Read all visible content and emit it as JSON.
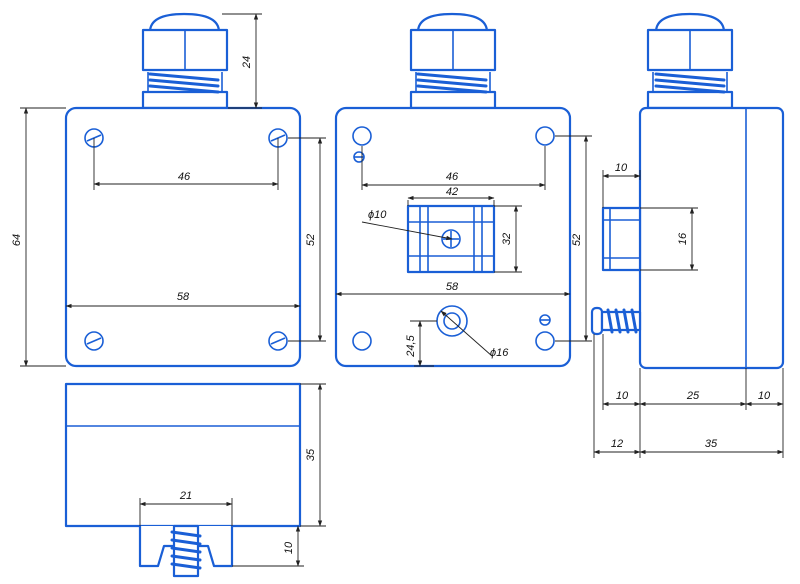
{
  "colors": {
    "outline": "#1a5fd6",
    "dimension": "#222222",
    "background": "#ffffff"
  },
  "dimensions": {
    "front_gland_height": "24",
    "front_overall_height": "64",
    "front_hole_spacing_h": "46",
    "front_width": "58",
    "front_hole_spacing_v": "52",
    "back_hole_spacing_h": "46",
    "back_plate_width": "42",
    "back_mount_dia": "ϕ10",
    "back_plate_height": "32",
    "back_hole_spacing_v": "52",
    "back_width": "58",
    "back_port_offset": "24,5",
    "back_port_dia": "ϕ16",
    "side_plate_offset": "10",
    "side_plate_width": "16",
    "side_left": "10",
    "side_body": "25",
    "side_right": "10",
    "side_gland_len": "12",
    "side_depth": "35",
    "bottom_height": "35",
    "bottom_bracket_width": "21",
    "bottom_bracket_height": "10"
  }
}
